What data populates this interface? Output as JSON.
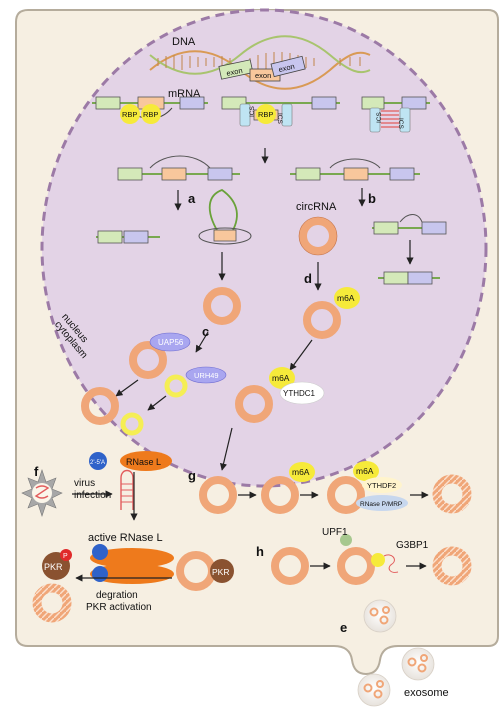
{
  "labels": {
    "dna": "DNA",
    "mrna": "mRNA",
    "exon1": "exon",
    "exon2": "exon",
    "exon3": "exon",
    "rbp": "RBP",
    "ics": "ICS",
    "circrna": "circRNA",
    "nucleus": "nucleus",
    "cytoplasm": "cytoplasm",
    "uap56": "UAP56",
    "urh49": "URH49",
    "m6a": "m6A",
    "ythdc1": "YTHDC1",
    "ythdf2": "YTHDF2",
    "rnase_p_mrp": "RNase P/MRP",
    "two5a": "2'-5'A",
    "rnase_l": "RNase L",
    "virus_infection": "virus\ninfection",
    "active_rnase_l": "active RNase L",
    "pkr": "PKR",
    "p": "P",
    "degration": "degration",
    "pkr_activation": "PKR activation",
    "upf1": "UPF1",
    "g3bp1": "G3BP1",
    "exosome": "exosome"
  },
  "panel_letters": [
    "a",
    "b",
    "c",
    "d",
    "e",
    "f",
    "g",
    "h"
  ],
  "colors": {
    "cell_fill": "#f6efe2",
    "cell_stroke": "#b5ac9c",
    "nucleus_fill": "#e3d3e6",
    "nucleus_stroke": "#9c7aa6",
    "ring": "#f0a678",
    "ring_stroke": "#c5744a",
    "m6a": "#f6ea3a",
    "rnase": "#ee7a1c",
    "blue": "#2f62c9",
    "pkr": "#8a5230",
    "exon_green": "#d4e9b9",
    "exon_orange": "#f8c79c",
    "exon_purple": "#c8c6ee"
  }
}
